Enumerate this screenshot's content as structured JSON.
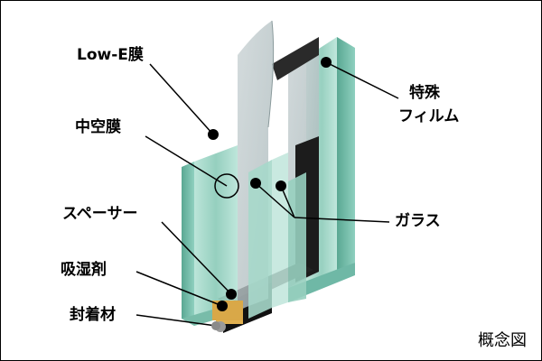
{
  "labels": {
    "low_e_film": "Low-E膜",
    "hollow_film": "中空膜",
    "spacer": "スペーサー",
    "desiccant": "吸湿剤",
    "sealant": "封着材",
    "special_film_line1": "特殊",
    "special_film_line2": "フィルム",
    "glass": "ガラス"
  },
  "caption": "概念図",
  "colors": {
    "glass_face": "#9fd4c5",
    "glass_edge": "#6fb8a6",
    "film": "#b8c6c8",
    "spacer": "#1c1c1c",
    "desiccant": "#e0b050",
    "leader": "#000000"
  }
}
